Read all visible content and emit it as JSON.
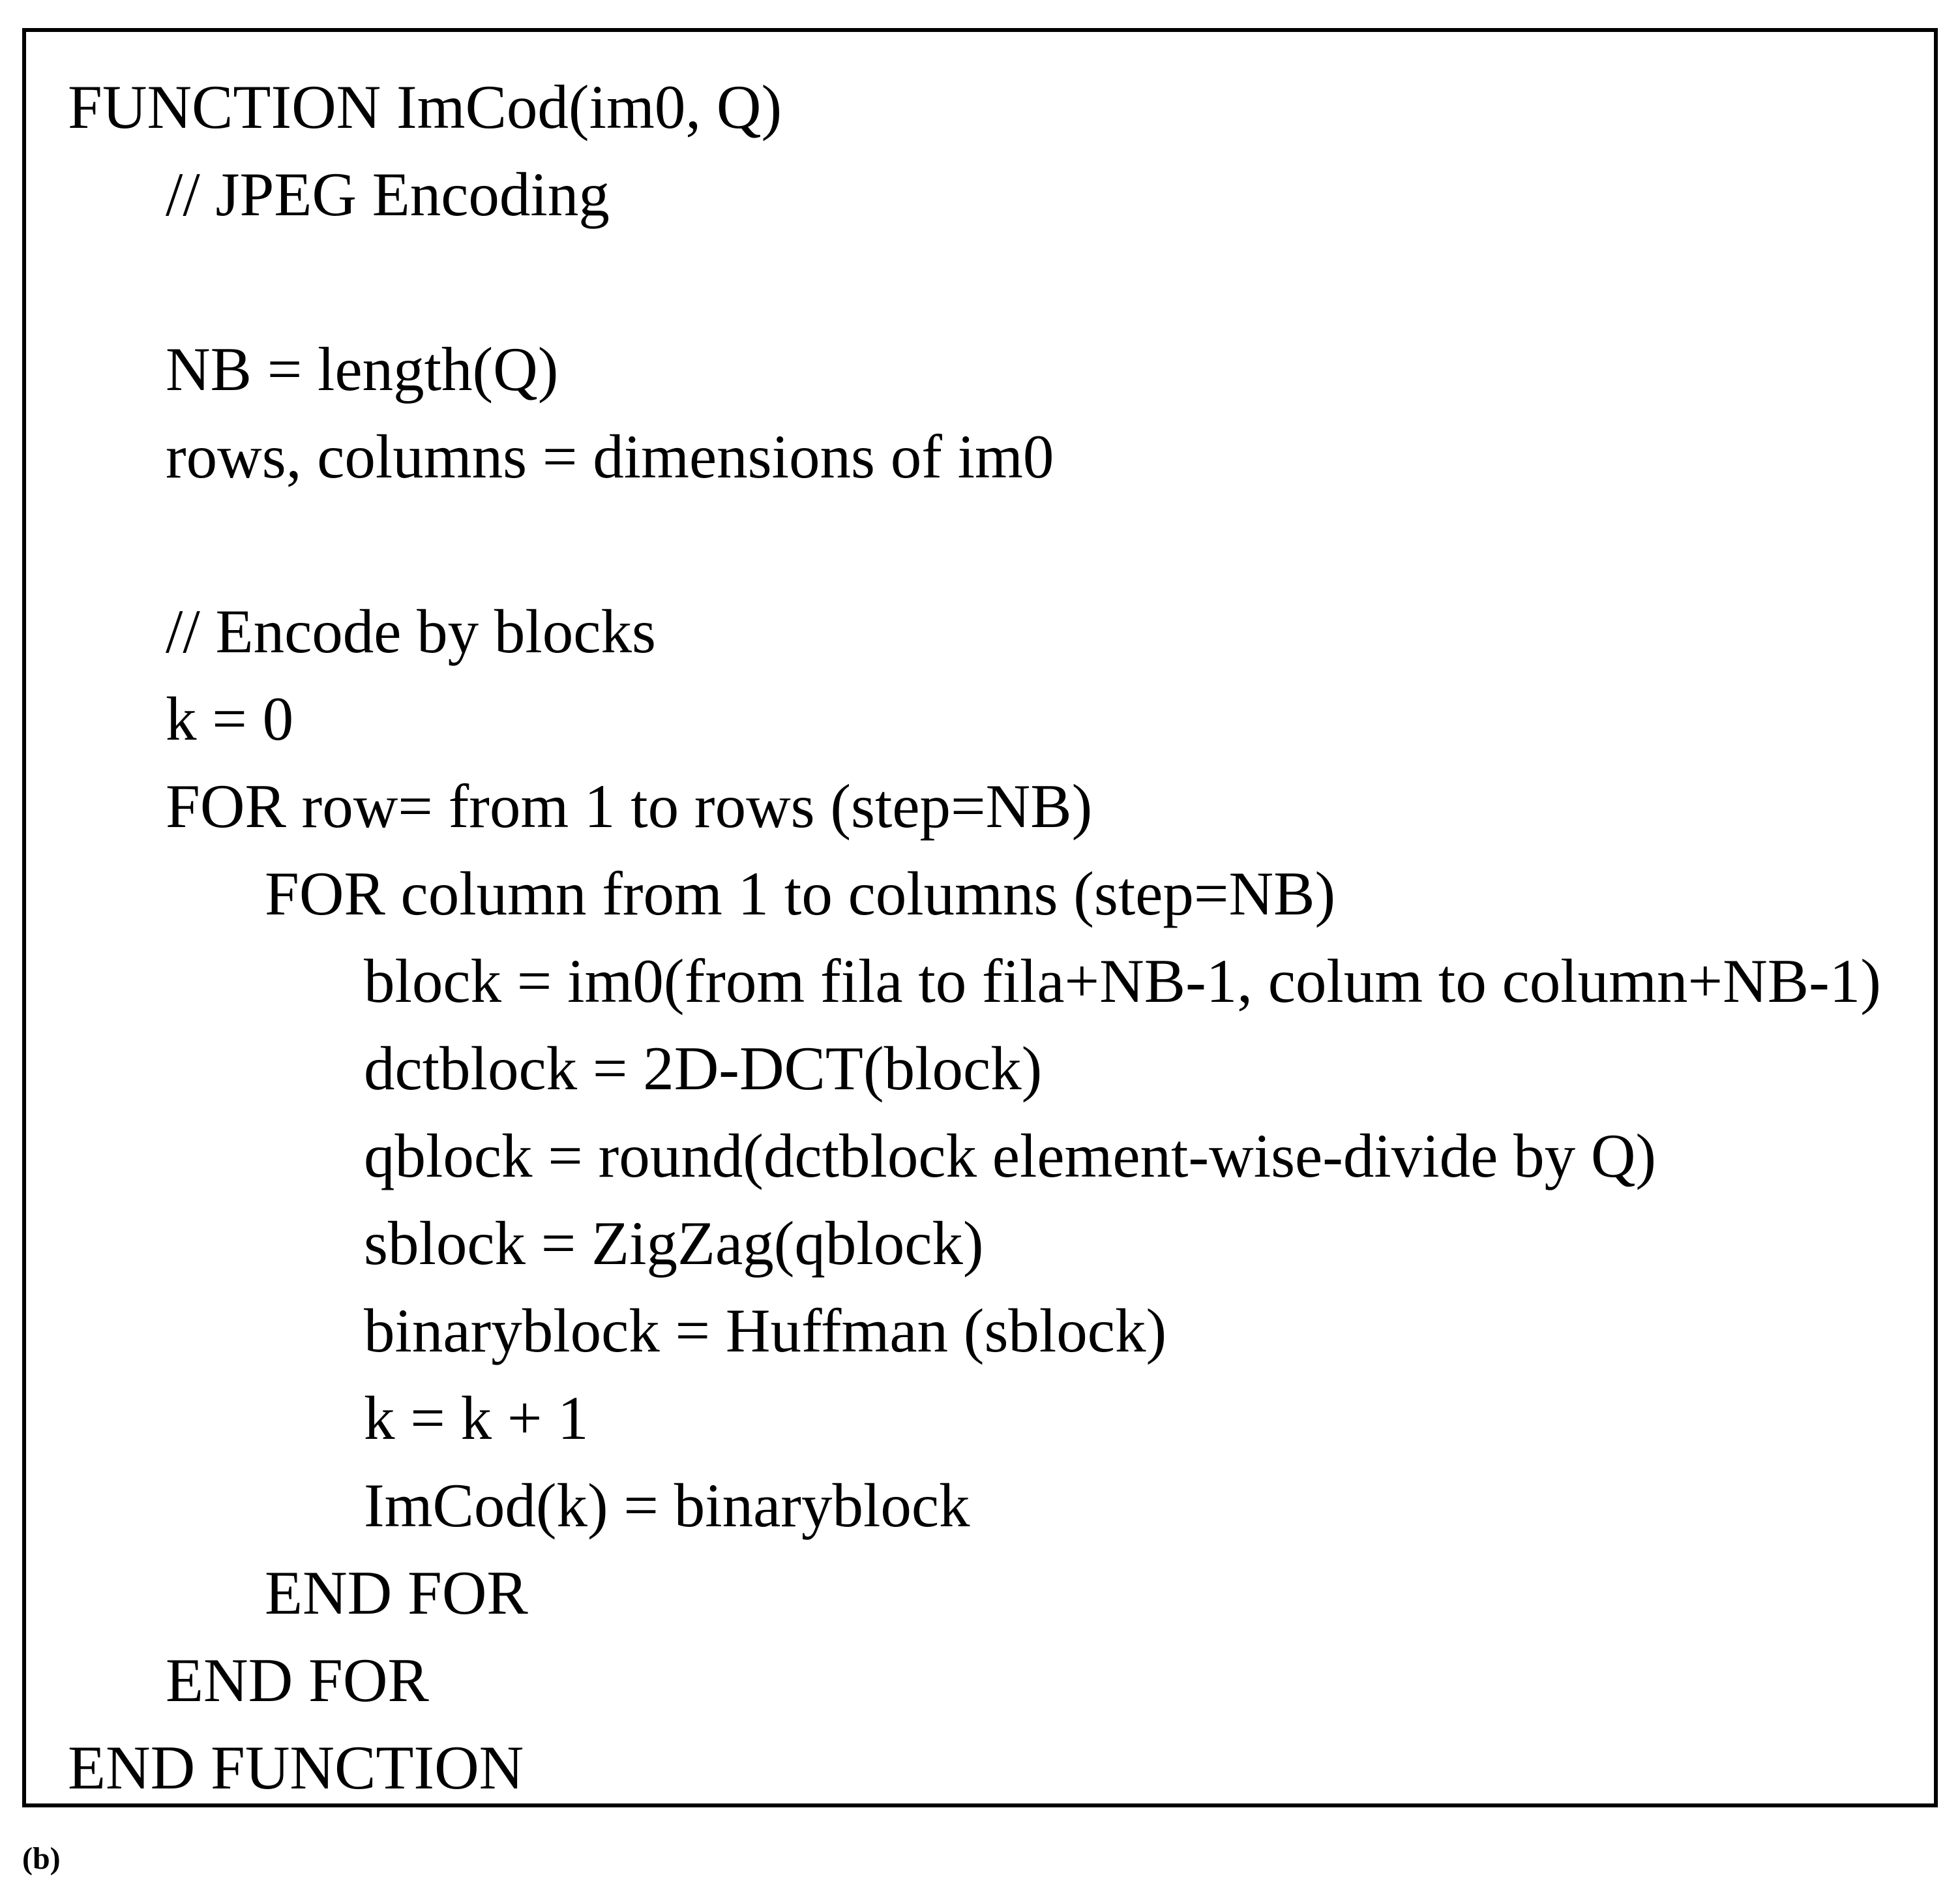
{
  "figure": {
    "caption": "(b)",
    "lines": [
      {
        "indent": 0,
        "text": "FUNCTION ImCod(im0, Q)"
      },
      {
        "indent": 1,
        "text": "// JPEG Encoding"
      },
      {
        "indent": 1,
        "text": ""
      },
      {
        "indent": 1,
        "text": "NB = length(Q)"
      },
      {
        "indent": 1,
        "text": "rows, columns = dimensions of im0"
      },
      {
        "indent": 1,
        "text": ""
      },
      {
        "indent": 1,
        "text": "// Encode by blocks"
      },
      {
        "indent": 1,
        "text": "k = 0"
      },
      {
        "indent": 1,
        "text": "FOR row= from 1 to rows (step=NB)"
      },
      {
        "indent": 2,
        "text": "FOR column from 1 to columns (step=NB)"
      },
      {
        "indent": 3,
        "text": "block = im0(from fila to fila+NB-1, colum to column+NB-1)"
      },
      {
        "indent": 3,
        "text": "dctblock = 2D-DCT(block)"
      },
      {
        "indent": 3,
        "text": "qblock = round(dctblock element-wise-divide by Q)"
      },
      {
        "indent": 3,
        "text": "sblock = ZigZag(qblock)"
      },
      {
        "indent": 3,
        "text": "binaryblock = Huffman (sblock)"
      },
      {
        "indent": 3,
        "text": "k = k + 1"
      },
      {
        "indent": 3,
        "text": "ImCod(k) = binaryblock"
      },
      {
        "indent": 2,
        "text": "END FOR"
      },
      {
        "indent": 1,
        "text": "END FOR"
      },
      {
        "indent": 0,
        "text": "END FUNCTION"
      }
    ]
  }
}
